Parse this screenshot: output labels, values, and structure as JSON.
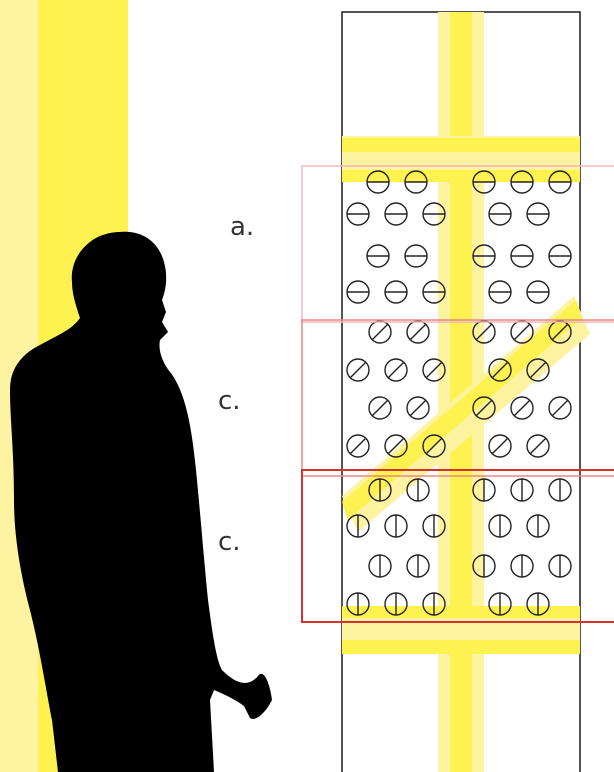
{
  "labels": {
    "top": "a.",
    "middle": "c.",
    "bottom": "c."
  },
  "colors": {
    "pale_yellow": "#fdf3a0",
    "bright_yellow": "#fef250",
    "silhouette": "#000000",
    "panel_border": "#1a1a1a",
    "box_a": "#f2b8b8",
    "box_b": "#e88888",
    "box_c": "#d63030",
    "screw_stroke": "#222222"
  },
  "screw_orientation": {
    "top_section": "horizontal",
    "middle_section": "diagonal",
    "bottom_section": "vertical"
  },
  "icons": {
    "silhouette": "person-silhouette-icon",
    "screw": "screw-head-icon"
  }
}
